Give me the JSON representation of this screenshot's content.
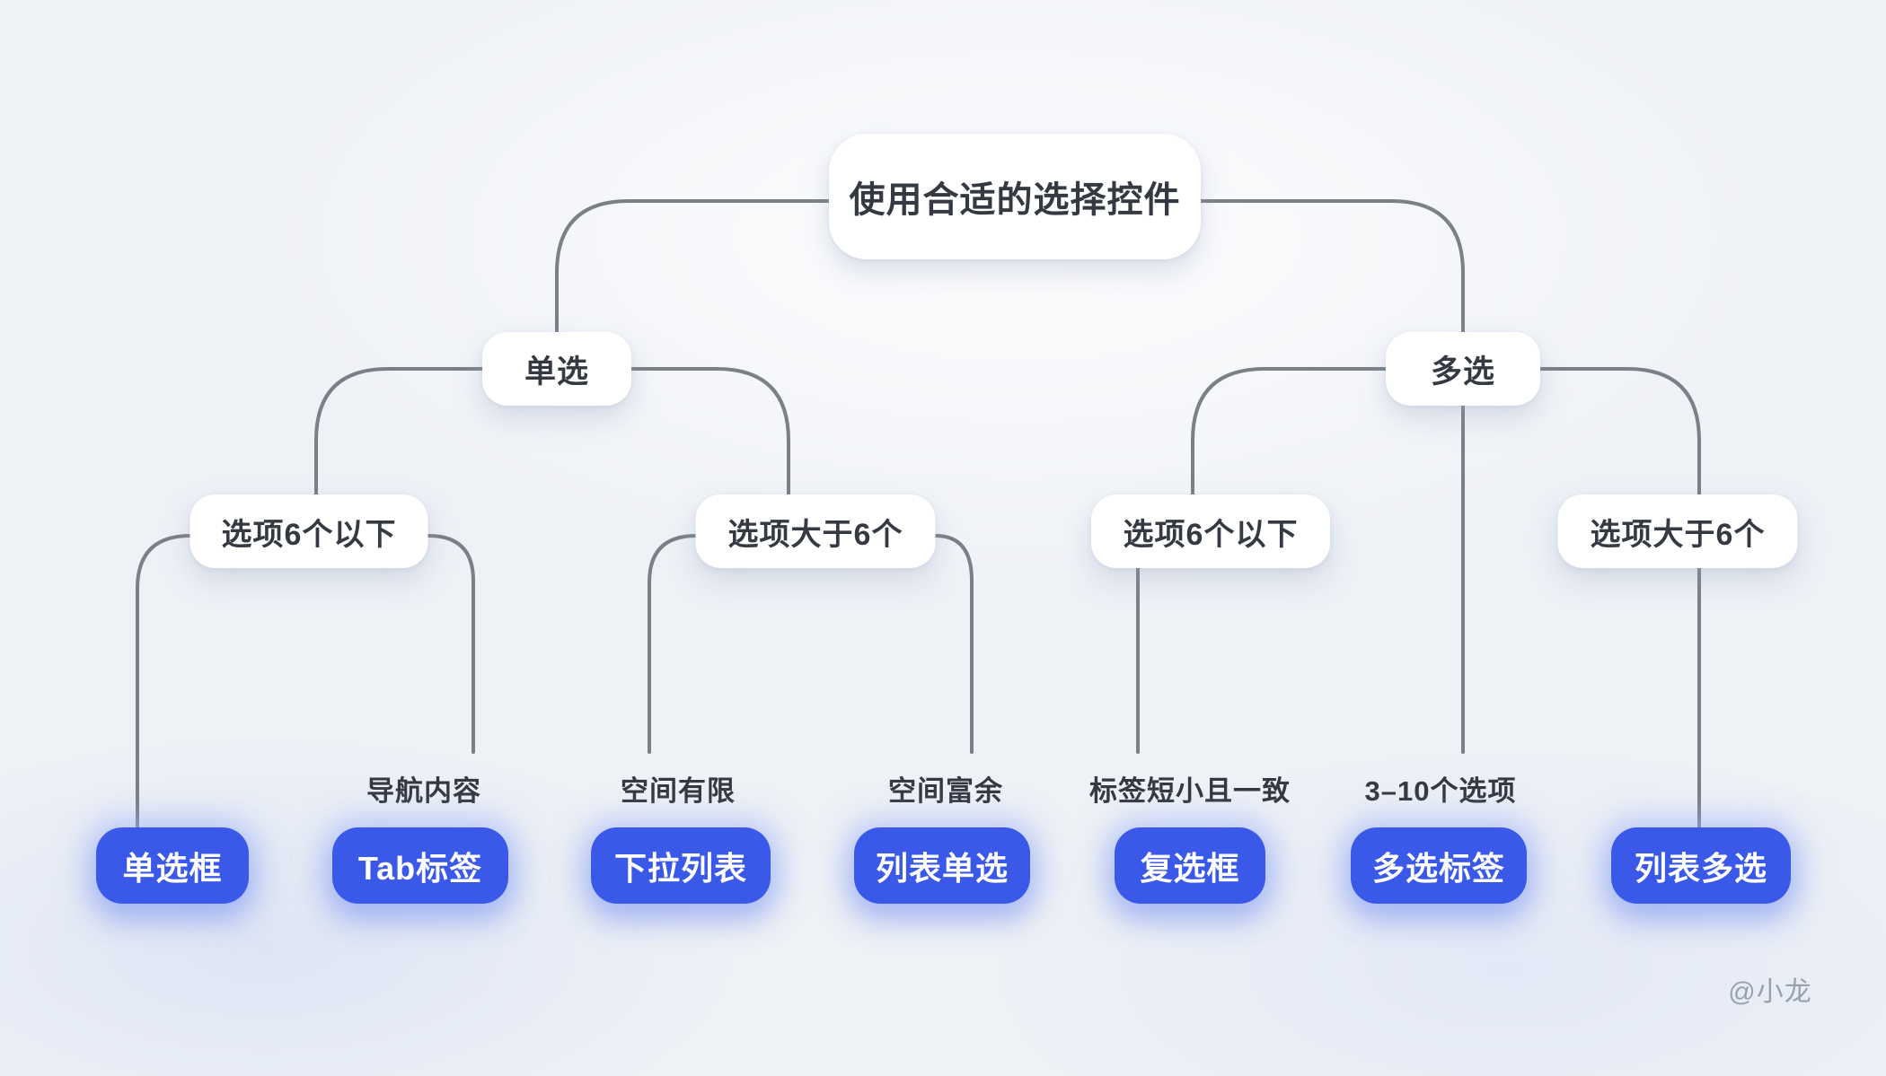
{
  "nodes": {
    "root": "使用合适的选择控件",
    "single": "单选",
    "multi": "多选",
    "single_few": "选项6个以下",
    "single_many": "选项大于6个",
    "multi_few": "选项6个以下",
    "multi_many": "选项大于6个",
    "radio": "单选框",
    "tab": "Tab标签",
    "dropdown": "下拉列表",
    "list_single": "列表单选",
    "checkbox": "复选框",
    "multi_tag": "多选标签",
    "list_multi": "列表多选"
  },
  "annotations": {
    "nav_content": "导航内容",
    "limited_space": "空间有限",
    "ample_space": "空间富余",
    "short_labels": "标签短小且一致",
    "option_count": "3–10个选项"
  },
  "watermark": "@小龙",
  "colors": {
    "accent_blue": "#3b59e8",
    "line_gray": "#7b7f86",
    "text_dark": "#343942",
    "background": "#eef1f6",
    "watermark_gray": "#9aa1ad"
  }
}
